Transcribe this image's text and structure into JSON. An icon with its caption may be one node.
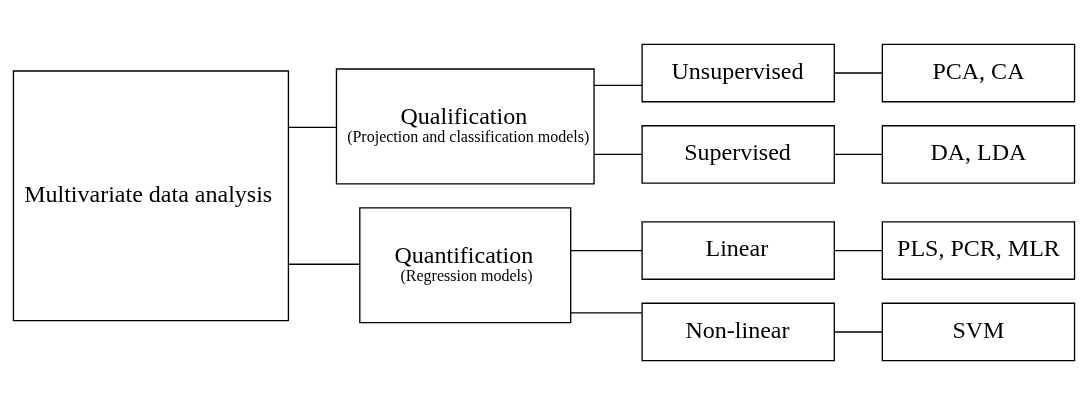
{
  "diagram": {
    "nodes": [
      {
        "text": [
          "Multivariate data analysis"
        ]
      },
      {
        "text": [
          "Qualification",
          "(Projection and classification models)"
        ]
      },
      {
        "text": [
          "Quantification",
          "(Regression models)"
        ]
      },
      {
        "text": [
          "Unsupervised"
        ]
      },
      {
        "text": [
          "Supervised"
        ]
      },
      {
        "text": [
          "Linear"
        ]
      },
      {
        "text": [
          "Non-linear"
        ]
      },
      {
        "text": [
          "PCA, CA"
        ]
      },
      {
        "text": [
          "DA, LDA"
        ]
      },
      {
        "text": [
          "PLS, PCR, MLR"
        ]
      },
      {
        "text": [
          "SVM"
        ]
      }
    ],
    "edges": [
      {
        "from": 0,
        "to": 1,
        "arrow": "none"
      },
      {
        "from": 0,
        "to": 2,
        "arrow": "none"
      },
      {
        "from": 1,
        "to": 3,
        "arrow": "none"
      },
      {
        "from": 1,
        "to": 4,
        "arrow": "none"
      },
      {
        "from": 2,
        "to": 5,
        "arrow": "none"
      },
      {
        "from": 2,
        "to": 6,
        "arrow": "none"
      },
      {
        "from": 3,
        "to": 7,
        "arrow": "none"
      },
      {
        "from": 4,
        "to": 8,
        "arrow": "none"
      },
      {
        "from": 5,
        "to": 9,
        "arrow": "none"
      },
      {
        "from": 6,
        "to": 10,
        "arrow": "none"
      }
    ]
  }
}
